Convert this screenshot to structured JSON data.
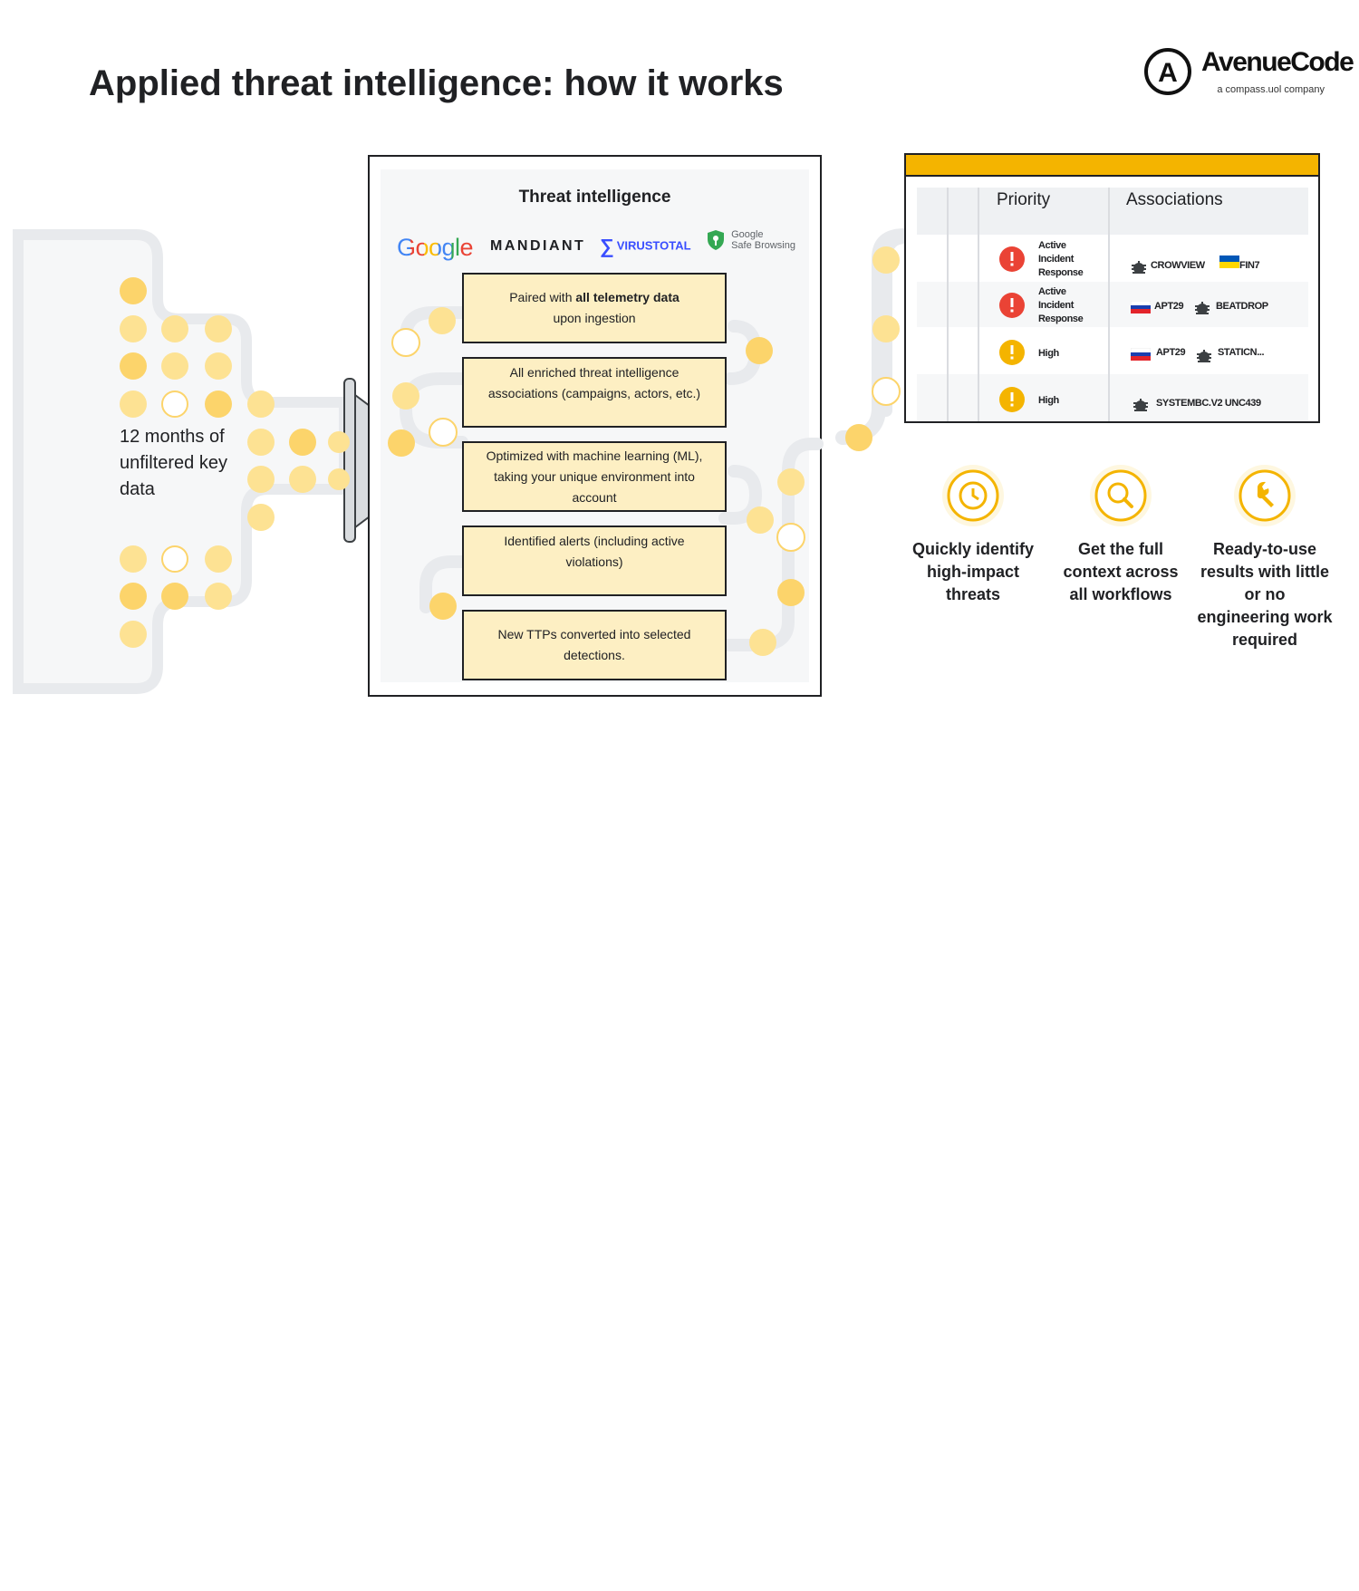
{
  "title": "Applied threat intelligence: how it works",
  "brand": {
    "name": "AvenueCode",
    "tagline": "a compass.uol company"
  },
  "source": {
    "label": "12 months of unfiltered key data"
  },
  "threat_intel": {
    "title": "Threat intelligence",
    "logos": {
      "google": "Google",
      "mandiant": "MANDIANT",
      "virustotal": "VIRUSTOTAL",
      "safe_browsing_1": "Google",
      "safe_browsing_2": "Safe Browsing"
    },
    "steps": [
      {
        "pre": "Paired with ",
        "bold": "all telemetry data",
        "post": "upon ingestion"
      },
      {
        "text": "All enriched threat intelligence associations (campaigns, actors, etc.)"
      },
      {
        "text": "Optimized with machine learning (ML), taking your unique environment into account"
      },
      {
        "text": "Identified alerts (including active violations)"
      },
      {
        "text": "New TTPs converted into selected detections."
      }
    ]
  },
  "results_table": {
    "headers": {
      "priority": "Priority",
      "associations": "Associations"
    },
    "rows": [
      {
        "severity": "critical",
        "priority": "Active Incident Response",
        "assoc_1": "CROWVIEW",
        "assoc_2": "FIN7"
      },
      {
        "severity": "critical",
        "priority": "Active Incident Response",
        "assoc_1": "APT29",
        "assoc_2": "BEATDROP"
      },
      {
        "severity": "high",
        "priority": "High",
        "assoc_1": "APT29",
        "assoc_2": "STATICN..."
      },
      {
        "severity": "high",
        "priority": "High",
        "assoc_1": "SYSTEMBC.V2 UNC439",
        "assoc_2": ""
      }
    ]
  },
  "benefits": [
    {
      "icon": "clock-icon",
      "text": "Quickly identify high-impact threats"
    },
    {
      "icon": "magnifier-icon",
      "text": "Get the full context across all workflows"
    },
    {
      "icon": "wrench-icon",
      "text": "Ready-to-use results with little or no engineering work required"
    }
  ],
  "colors": {
    "accent": "#f4b400",
    "dot_light": "#fde293",
    "dot_mid": "#fcd46b",
    "box_fill": "#fdefc3",
    "critical": "#ea4335",
    "pipe": "#e8eaed"
  }
}
